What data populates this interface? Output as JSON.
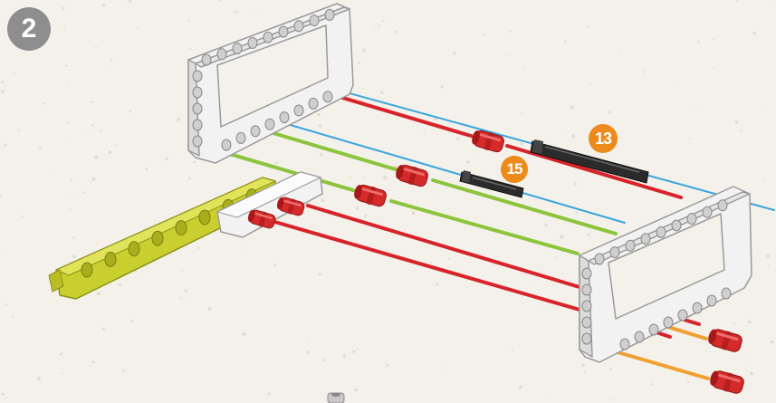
{
  "step": {
    "number": "2"
  },
  "callouts": {
    "long_axle_count": "13",
    "short_axle_count": "15"
  },
  "colors": {
    "paper": "#f4f1ea",
    "step_badge": "#8e8e8e",
    "callout": "#ec8a1c",
    "frame_beam": "#f2f2f2",
    "frame_outline": "#9a9a9a",
    "connector_pin": "#d42a2a",
    "axle": "#2b2b2b",
    "yellow_beam": "#c9cf2e",
    "guide_blue": "#3aa6de",
    "guide_red": "#d8232a",
    "guide_green": "#8cc43c",
    "guide_orange": "#f0a030"
  },
  "parts": {
    "frames": [
      "rectangular-frame",
      "rectangular-frame"
    ],
    "connector_pins": 7,
    "axles": [
      "long-black-axle",
      "short-black-axle"
    ],
    "beams": [
      "yellow-beam",
      "white-connector-block"
    ]
  }
}
